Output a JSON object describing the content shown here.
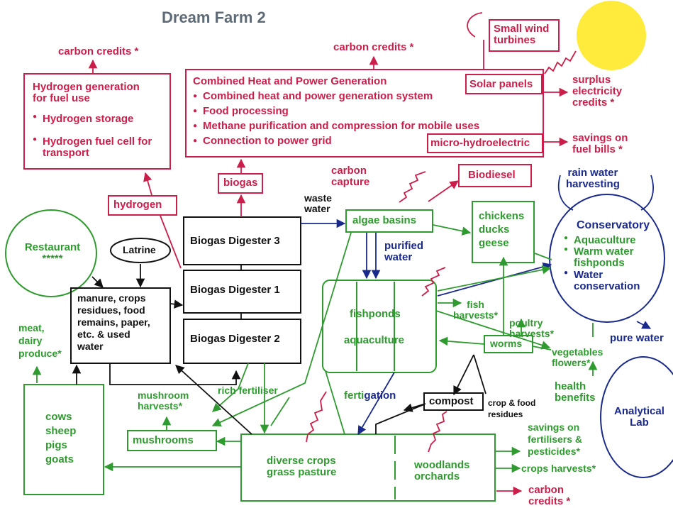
{
  "title": "Dream Farm 2",
  "colors": {
    "red": "#cc1e4a",
    "green": "#2f9a2f",
    "black": "#111111",
    "blue": "#1a2a8c",
    "sun": "#ffeb3b",
    "title": "#5e6b76"
  },
  "hydrogen": {
    "credits": "carbon credits *",
    "title_1": "Hydrogen generation",
    "title_2": "for fuel use",
    "item_1": "Hydrogen storage",
    "item_2_1": "Hydrogen fuel cell for",
    "item_2_2": "transport",
    "link": "hydrogen"
  },
  "chp": {
    "credits": "carbon credits *",
    "title": "Combined Heat and Power Generation",
    "items": [
      "Combined heat and power generation system",
      "Food processing",
      "Methane purification and compression for mobile uses",
      "Connection to power grid"
    ],
    "solar": "Solar panels",
    "hydro": "micro-hydroelectric",
    "wind_1": "Small wind",
    "wind_2": "turbines",
    "surplus_1": "surplus",
    "surplus_2": "electricity",
    "surplus_3": "credits *",
    "savings_1": "savings on",
    "savings_2": "fuel bills *",
    "sun_icon": "sun-icon"
  },
  "biogas_link": "biogas",
  "carbon_capture_1": "carbon",
  "carbon_capture_2": "capture",
  "biodiesel": "Biodiesel",
  "waste_water_1": "waste",
  "waste_water_2": "water",
  "algae": "algae basins",
  "purified_1": "purified",
  "purified_2": "water",
  "poultry": {
    "l1": "chickens",
    "l2": "ducks",
    "l3": "geese"
  },
  "rain_1": "rain water",
  "rain_2": "harvesting",
  "conservatory": {
    "title": "Conservatory",
    "i1": "Aquaculture",
    "i2_1": "Warm water",
    "i2_2": "fishponds",
    "i3_1": "Water",
    "i3_2": "conservation"
  },
  "pure_water": "pure water",
  "restaurant": {
    "l1": "Restaurant",
    "l2": "*****"
  },
  "latrine": "Latrine",
  "digesters": [
    "Biogas Digester 3",
    "Biogas Digester 1",
    "Biogas Digester 2"
  ],
  "manure": {
    "l1": "manure, crops",
    "l2": "residues, food",
    "l3": "remains, paper,",
    "l4": "etc. &  used",
    "l5": "water"
  },
  "fishponds": {
    "l1": "fishponds",
    "l2": "aquaculture"
  },
  "fish_harvests_1": "fish",
  "fish_harvests_2": "harvests*",
  "poultry_harvests_1": "poultry",
  "poultry_harvests_2": "harvests*",
  "vegetables_1": "vegetables",
  "vegetables_2": "flowers*",
  "worms": "worms",
  "meat_1": "meat,",
  "meat_2": "dairy",
  "meat_3": "produce*",
  "livestock": {
    "l1": "cows",
    "l2": "sheep",
    "l3": "pigs",
    "l4": "goats"
  },
  "mushroom_harvests_1": "mushroom",
  "mushroom_harvests_2": "harvests*",
  "rich_fertiliser": "rich fertiliser",
  "mushrooms": "mushrooms",
  "fertigation_1": "ferti",
  "fertigation_2": "gation",
  "compost": "compost",
  "crop_residues_1": "crop & food",
  "crop_residues_2": "residues",
  "health_1": "health",
  "health_2": "benefits",
  "analytical_1": "Analytical",
  "analytical_2": "Lab",
  "crops": {
    "l1": "diverse crops",
    "l2": "grass pasture"
  },
  "woodlands": {
    "l1": "woodlands",
    "l2": "orchards"
  },
  "savings_fert_1": "savings on",
  "savings_fert_2": "fertilisers &",
  "savings_fert_3": "pesticides*",
  "crops_harvests": "crops harvests*",
  "bottom_credits_1": "carbon",
  "bottom_credits_2": "credits *"
}
